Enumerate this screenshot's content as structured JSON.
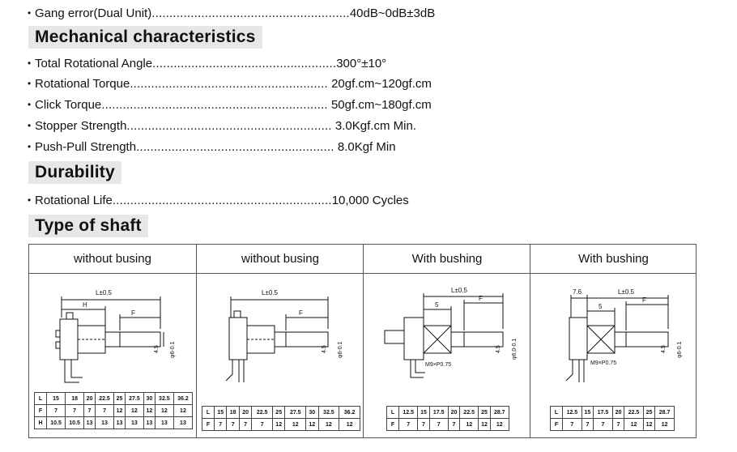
{
  "specs_top": [
    {
      "label": "Gang error(Dual Unit)",
      "dots": "........................................................",
      "value": "40dB~0dB±3dB"
    }
  ],
  "sections": {
    "mechanical": "Mechanical characteristics",
    "durability": "Durability",
    "shaft": "Type of shaft"
  },
  "mechanical_specs": [
    {
      "label": "Total Rotational Angle",
      "dots": "....................................................",
      "value": "300°±10°"
    },
    {
      "label": "Rotational Torque",
      "dots": "........................................................",
      "value": " 20gf.cm~120gf.cm"
    },
    {
      "label": "Click  Torque",
      "dots": "................................................................",
      "value": " 50gf.cm~180gf.cm"
    },
    {
      "label": "Stopper Strength",
      "dots": "..........................................................",
      "value": " 3.0Kgf.cm Min."
    },
    {
      "label": "Push-Pull Strength",
      "dots": "........................................................",
      "value": " 8.0Kgf Min"
    }
  ],
  "durability_specs": [
    {
      "label": "Rotational Life",
      "dots": "..............................................................",
      "value": "10,000 Cycles"
    }
  ],
  "shaft_types": [
    {
      "title": "without busing",
      "labels": {
        "length": "L±0.5",
        "h": "H",
        "f": "F",
        "dim1": "4.5",
        "dia": "φ6-0.1"
      },
      "rows": [
        {
          "head": "L",
          "cells": [
            "15",
            "18",
            "20",
            "22.5",
            "25",
            "27.5",
            "30",
            "32.5",
            "36.2"
          ]
        },
        {
          "head": "F",
          "cells": [
            "7",
            "7",
            "7",
            "7",
            "12",
            "12",
            "12",
            "12",
            "12"
          ]
        },
        {
          "head": "H",
          "cells": [
            "10.5",
            "10.5",
            "13",
            "13",
            "13",
            "13",
            "13",
            "13",
            "13"
          ]
        }
      ]
    },
    {
      "title": "without busing",
      "labels": {
        "length": "L±0.5",
        "f": "F",
        "dim1": "4.5",
        "dia": "φ6-0.1"
      },
      "rows": [
        {
          "head": "L",
          "cells": [
            "15",
            "18",
            "20",
            "22.5",
            "25",
            "27.5",
            "30",
            "32.5",
            "36.2"
          ]
        },
        {
          "head": "F",
          "cells": [
            "7",
            "7",
            "7",
            "7",
            "12",
            "12",
            "12",
            "12",
            "12"
          ]
        }
      ]
    },
    {
      "title": "With bushing",
      "labels": {
        "length": "L±0.5",
        "b": "5",
        "f": "F",
        "thread": "M9×P0.75",
        "dim1": "4.5",
        "dia": "φ6.0-0.1"
      },
      "rows": [
        {
          "head": "L",
          "cells": [
            "12.5",
            "15",
            "17.5",
            "20",
            "22.5",
            "25",
            "28.7"
          ]
        },
        {
          "head": "F",
          "cells": [
            "7",
            "7",
            "7",
            "7",
            "12",
            "12",
            "12"
          ]
        }
      ]
    },
    {
      "title": "With bushing",
      "labels": {
        "length": "L±0.5",
        "c": "7.6",
        "b": "5",
        "f": "F",
        "thread": "M9×P0.75",
        "dim1": "4.5",
        "dia": "φ6-0.1"
      },
      "rows": [
        {
          "head": "L",
          "cells": [
            "12.5",
            "15",
            "17.5",
            "20",
            "22.5",
            "25",
            "28.7"
          ]
        },
        {
          "head": "F",
          "cells": [
            "7",
            "7",
            "7",
            "7",
            "12",
            "12",
            "12"
          ]
        }
      ]
    }
  ]
}
